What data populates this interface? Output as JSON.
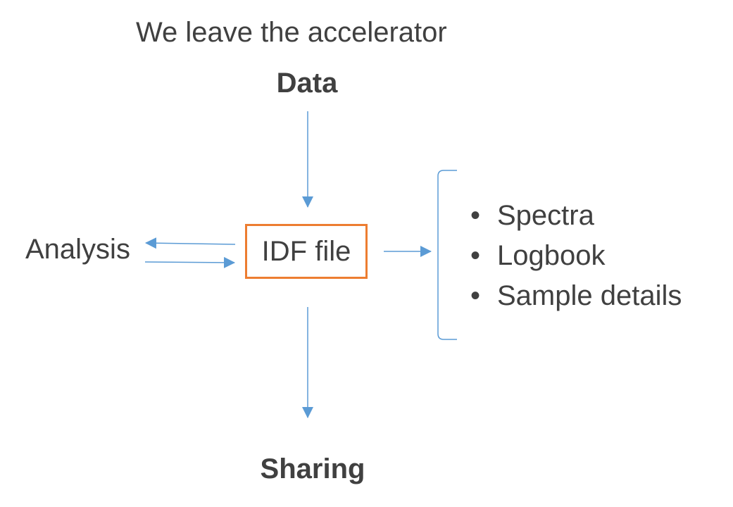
{
  "title": "We leave the accelerator",
  "nodes": {
    "data": "Data",
    "idf_file": "IDF file",
    "analysis": "Analysis",
    "sharing": "Sharing"
  },
  "contents": {
    "bullet_glyph": "•",
    "items": [
      "Spectra",
      "Logbook",
      "Sample details"
    ]
  },
  "colors": {
    "arrow": "#5B9BD5",
    "box_border": "#ED7D31",
    "text": "#404040"
  }
}
